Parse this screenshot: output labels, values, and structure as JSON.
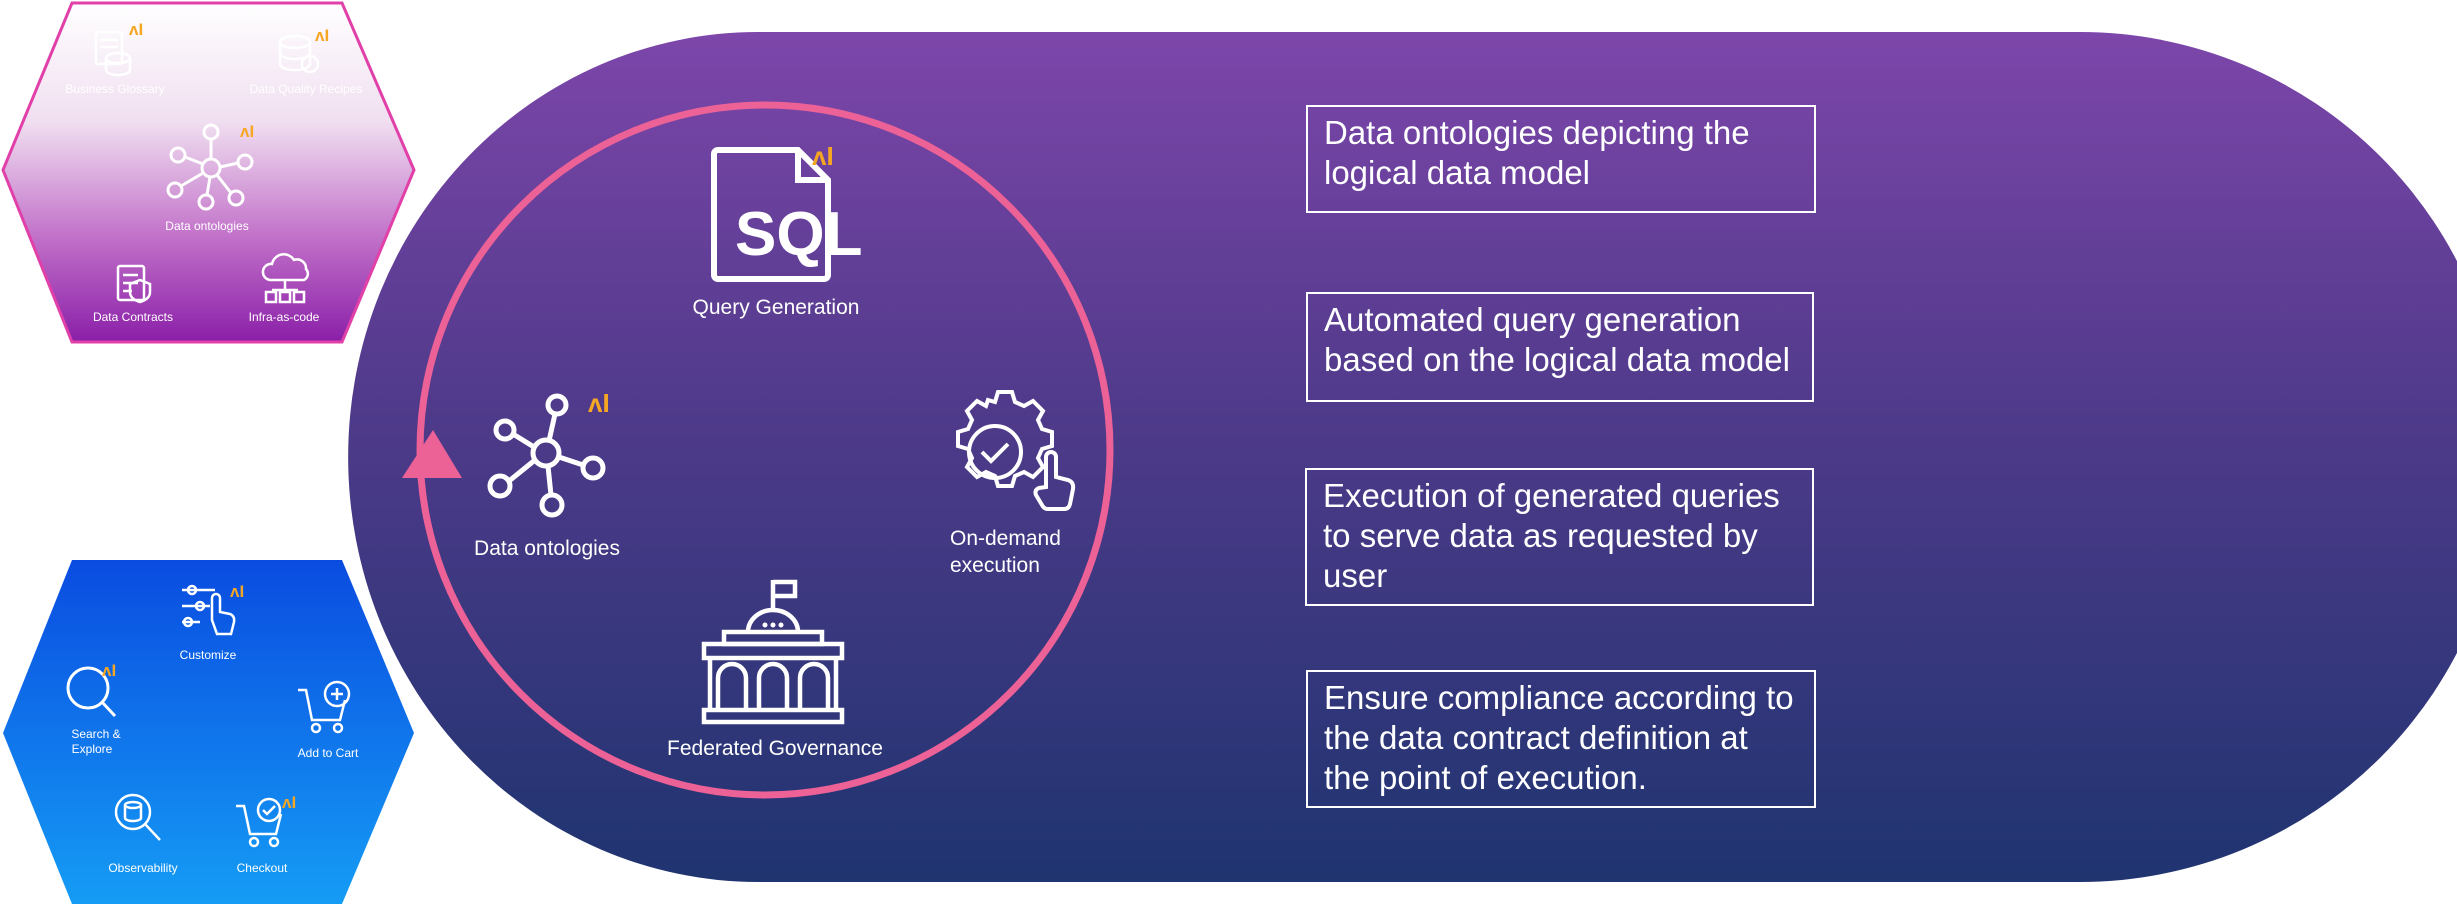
{
  "top_hexagon": {
    "items": [
      {
        "label": "Business Glossary",
        "icon": "glossary-icon"
      },
      {
        "label": "Data Quality Recipes",
        "icon": "quality-recipes-icon"
      },
      {
        "label": "Data ontologies",
        "icon": "network-icon"
      },
      {
        "label": "Data Contracts",
        "icon": "contract-icon"
      },
      {
        "label": "Infra-as-code",
        "icon": "cloud-infra-icon"
      }
    ]
  },
  "bottom_hexagon": {
    "items": [
      {
        "label": "Customize",
        "icon": "customize-icon"
      },
      {
        "label": "Search &",
        "label2": "Explore",
        "icon": "search-icon"
      },
      {
        "label": "Add to Cart",
        "icon": "add-cart-icon"
      },
      {
        "label": "Observability",
        "icon": "observability-icon"
      },
      {
        "label": "Checkout",
        "icon": "checkout-icon"
      }
    ]
  },
  "ai_badge": "ʌI",
  "cycle": {
    "query_generation": "Query Generation",
    "sql": "SQL",
    "data_ontologies": "Data ontologies",
    "on_demand_line1": "On-demand",
    "on_demand_line2": "execution",
    "federated_governance": "Federated Governance"
  },
  "descriptions": [
    {
      "line1": "Data ontologies depicting the",
      "line2": "logical data model"
    },
    {
      "line1": "Automated query generation",
      "line2": "based on the logical data model"
    },
    {
      "line1": "Execution of generated queries",
      "line2": "to serve data as requested by",
      "line3": "user"
    },
    {
      "line1": "Ensure compliance according to",
      "line2": "the data contract definition at",
      "line3": "the point of execution."
    }
  ],
  "colors": {
    "ai_badge": "#f5a623",
    "ring": "#ec6196",
    "pill_top": "#7a45a8",
    "pill_bottom": "#22336e",
    "hex_top_outline": "#e040a8",
    "hex_bottom": "#0b6cf0"
  }
}
